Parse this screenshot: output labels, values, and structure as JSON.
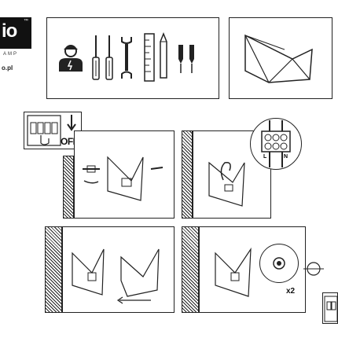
{
  "brand": {
    "logo_text": "io",
    "trademark": "™",
    "tagline": "AMP",
    "website": "o.pl"
  },
  "steps": {
    "power_off_label": "OFF",
    "multiplier_label": "x2",
    "terminal_labels": [
      "L",
      "N"
    ]
  },
  "icons": [
    "electrician-icon",
    "screwdriver-icon",
    "wrench-icon",
    "ruler-icon",
    "pencil-icon",
    "wall-plug-icon",
    "lamp-icon",
    "circuit-breaker-icon",
    "arrow-down-icon",
    "terminal-block-icon"
  ],
  "colors": {
    "line": "#222222",
    "background": "#ffffff",
    "logo_bg": "#111111"
  }
}
